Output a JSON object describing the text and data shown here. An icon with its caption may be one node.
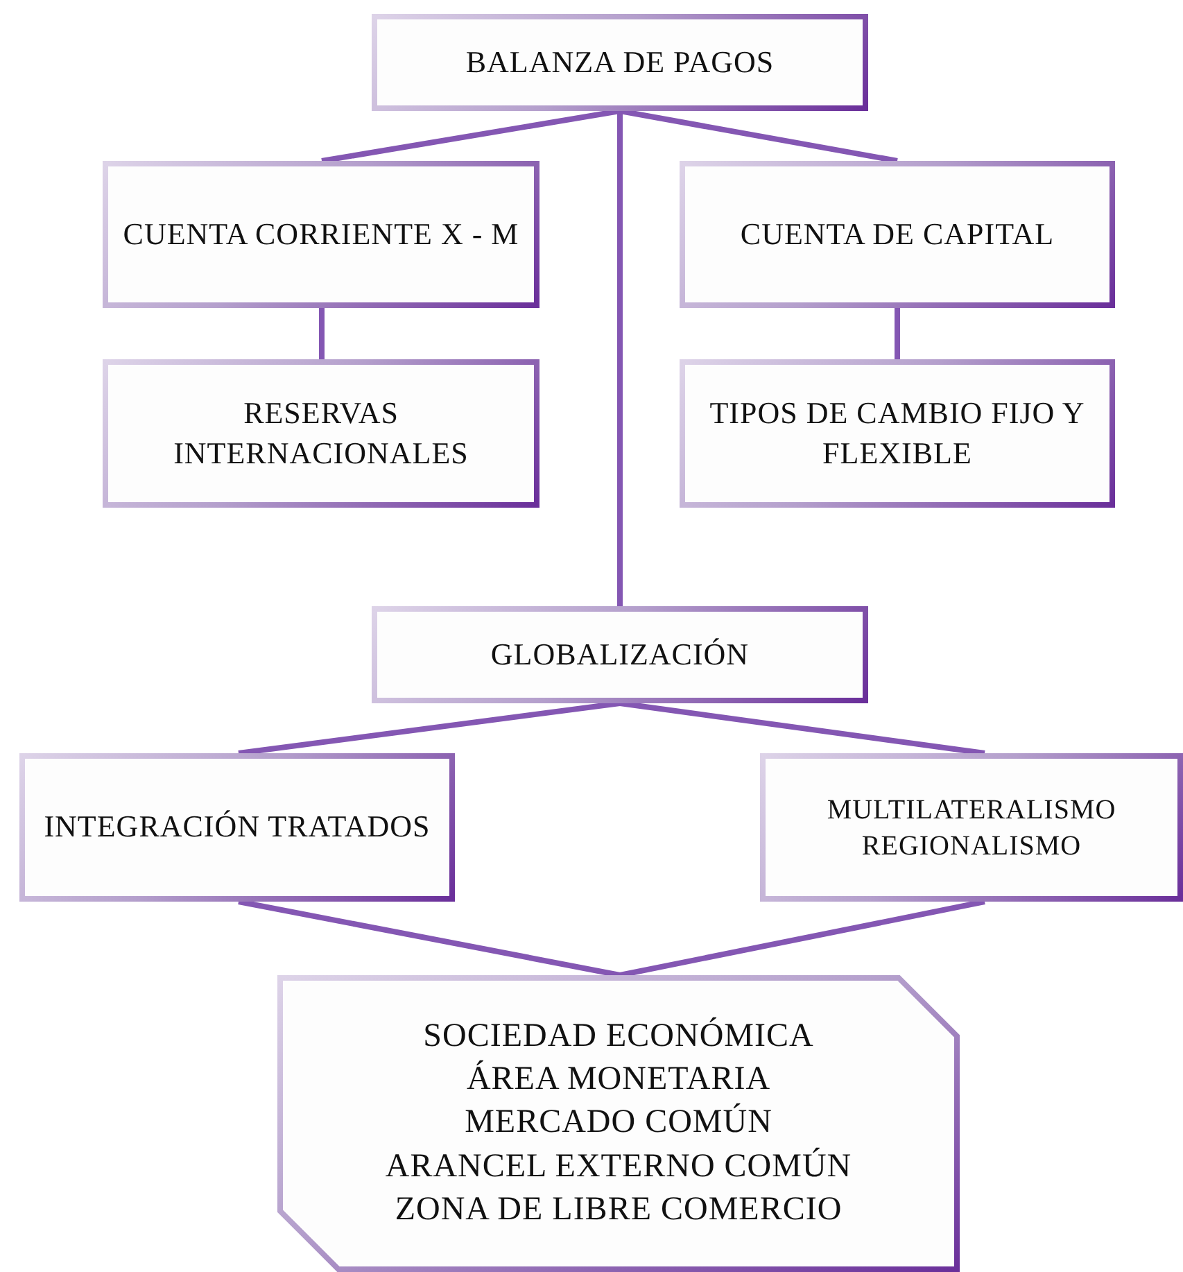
{
  "diagram": {
    "nodes": [
      {
        "text": [
          "BALANZA DE PAGOS"
        ]
      },
      {
        "text": [
          "CUENTA CORRIENTE X - M"
        ]
      },
      {
        "text": [
          "CUENTA DE CAPITAL"
        ]
      },
      {
        "text": [
          "RESERVAS INTERNACIONALES"
        ]
      },
      {
        "text": [
          "TIPOS DE CAMBIO FIJO Y FLEXIBLE"
        ]
      },
      {
        "text": [
          "GLOBALIZACIÓN"
        ]
      },
      {
        "text": [
          "INTEGRACIÓN TRATADOS"
        ]
      },
      {
        "text": [
          "MULTILATERALISMO REGIONALISMO"
        ]
      },
      {
        "text": [
          "SOCIEDAD ECONÓMICA",
          "ÁREA MONETARIA",
          "MERCADO COMÚN",
          "ARANCEL EXTERNO COMÚN",
          "ZONA DE LIBRE COMERCIO"
        ]
      }
    ],
    "edges": [
      {
        "from": 0,
        "to": 1,
        "arrow": "none"
      },
      {
        "from": 0,
        "to": 2,
        "arrow": "none"
      },
      {
        "from": 0,
        "to": 5,
        "arrow": "none"
      },
      {
        "from": 1,
        "to": 3,
        "arrow": "none"
      },
      {
        "from": 2,
        "to": 4,
        "arrow": "none"
      },
      {
        "from": 5,
        "to": 6,
        "arrow": "none"
      },
      {
        "from": 5,
        "to": 7,
        "arrow": "none"
      },
      {
        "from": 6,
        "to": 8,
        "arrow": "none"
      },
      {
        "from": 7,
        "to": 8,
        "arrow": "none"
      }
    ]
  }
}
